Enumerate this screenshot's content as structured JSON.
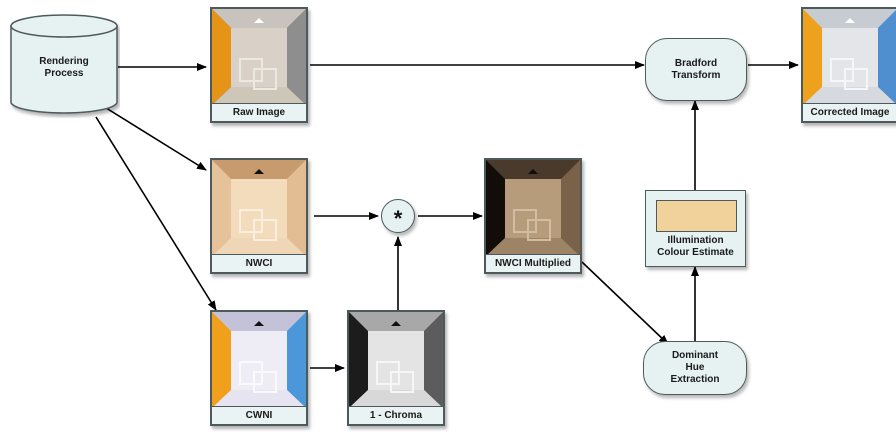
{
  "nodes": {
    "rendering": {
      "label": "Rendering\nProcess"
    },
    "raw": {
      "caption": "Raw Image"
    },
    "nwci": {
      "caption": "NWCI"
    },
    "cwni": {
      "caption": "CWNI"
    },
    "chroma": {
      "caption": "1 - Chroma"
    },
    "multiply": {
      "symbol": "*"
    },
    "nwci_mult": {
      "caption": "NWCI Multiplied"
    },
    "dominant_hue": {
      "label": "Dominant\nHue\nExtraction"
    },
    "illum": {
      "label": "Illumination\nColour Estimate",
      "swatch_color": "#f1d29a"
    },
    "bradford": {
      "label": "Bradford\nTransform"
    },
    "corrected": {
      "caption": "Corrected Image"
    }
  },
  "edges": [
    {
      "from": "Rendering Process",
      "to": "Raw Image"
    },
    {
      "from": "Rendering Process",
      "to": "NWCI"
    },
    {
      "from": "Rendering Process",
      "to": "CWNI"
    },
    {
      "from": "CWNI",
      "to": "1 - Chroma"
    },
    {
      "from": "NWCI",
      "to": "*"
    },
    {
      "from": "1 - Chroma",
      "to": "*"
    },
    {
      "from": "*",
      "to": "NWCI Multiplied"
    },
    {
      "from": "NWCI Multiplied",
      "to": "Dominant Hue Extraction"
    },
    {
      "from": "Dominant Hue Extraction",
      "to": "Illumination Colour Estimate"
    },
    {
      "from": "Illumination Colour Estimate",
      "to": "Bradford Transform"
    },
    {
      "from": "Raw Image",
      "to": "Bradford Transform"
    },
    {
      "from": "Bradford Transform",
      "to": "Corrected Image"
    }
  ]
}
